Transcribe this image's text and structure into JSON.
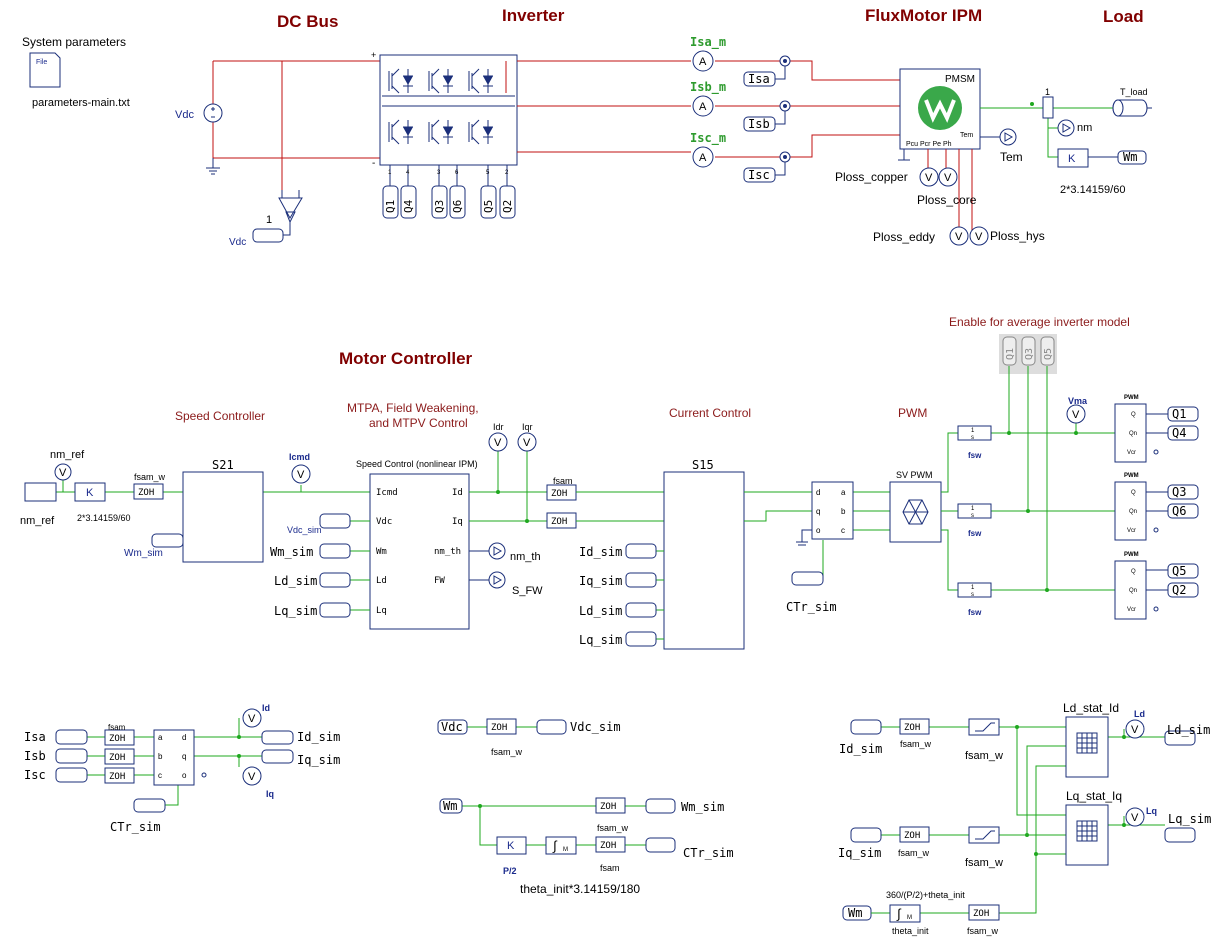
{
  "headers": {
    "dc_bus": "DC Bus",
    "inverter": "Inverter",
    "motor": "FluxMotor IPM",
    "load": "Load",
    "motor_controller": "Motor Controller"
  },
  "subheaders": {
    "speed_controller": "Speed Controller",
    "mtpa_line1": "MTPA, Field Weakening,",
    "mtpa_line2": "and MTPV Control",
    "current_control": "Current Control",
    "pwm": "PWM",
    "enable_avg": "Enable for average inverter model"
  },
  "system": {
    "label": "System parameters",
    "file_icon_text": "File",
    "file_name": "parameters-main.txt"
  },
  "power": {
    "vdc_label": "Vdc",
    "vdc_probe": "Vdc",
    "vdc_gain": "1",
    "plus": "+",
    "minus": "-",
    "gate_labels": [
      "Q1",
      "Q4",
      "Q3",
      "Q6",
      "Q5",
      "Q2"
    ],
    "gate_pins": [
      "1",
      "4",
      "3",
      "6",
      "5",
      "2"
    ],
    "meters": [
      "Isa_m",
      "Isb_m",
      "Isc_m"
    ],
    "meter_glyph": "A",
    "current_labels": [
      "Isa",
      "Isb",
      "Isc"
    ],
    "pmsm": "PMSM",
    "tem_pin": "Tem",
    "pin_labels": "Pcu Pcr Pe Ph",
    "tem_probe": "Tem",
    "loss_copper": "Ploss_copper",
    "loss_core": "Ploss_core",
    "loss_eddy": "Ploss_eddy",
    "loss_hys": "Ploss_hys",
    "volt_glyph": "V",
    "load_ratio": "1",
    "t_load": "T_load",
    "nm": "nm",
    "k": "K",
    "wm": "Wm",
    "gain_text": "2*3.14159/60"
  },
  "speed": {
    "nm_ref": "nm_ref",
    "nm_ref_bottom": "nm_ref",
    "k": "K",
    "gain": "2*3.14159/60",
    "fsam_w": "fsam_w",
    "zoh": "ZOH",
    "s21": "S21",
    "icmd": "Icmd",
    "wm_sim": "Wm_sim"
  },
  "mtpa": {
    "title": "Speed Control (nonlinear IPM)",
    "inputs": [
      "Icmd",
      "Vdc",
      "Wm",
      "Ld",
      "Lq"
    ],
    "outputs": [
      "Id",
      "Iq",
      "nm_th",
      "FW"
    ],
    "sources": [
      "Vdc_sim",
      "Wm_sim",
      "Ld_sim",
      "Lq_sim"
    ],
    "idr": "Idr",
    "iqr": "Iqr",
    "nm_th": "nm_th",
    "s_fw": "S_FW"
  },
  "current": {
    "fsam": "fsam",
    "s15": "S15",
    "inputs": [
      "Id_sim",
      "Iq_sim",
      "Ld_sim",
      "Lq_sim"
    ]
  },
  "dq": {
    "ports_in": [
      "d",
      "q",
      "o"
    ],
    "ports_out": [
      "a",
      "b",
      "c"
    ],
    "ctr": "CTr_sim"
  },
  "pwm": {
    "sv_pwm": "SV PWM",
    "fsw": "fsw",
    "vma": "Vma",
    "block": "PWM",
    "gates": [
      [
        "Q1",
        "Q4"
      ],
      [
        "Q3",
        "Q6"
      ],
      [
        "Q5",
        "Q2"
      ]
    ],
    "pins": [
      "Q",
      "Qn",
      "Vcr"
    ],
    "enable": [
      "Q1",
      "Q3",
      "Q5"
    ]
  },
  "abc2dq": {
    "inputs": [
      "Isa",
      "Isb",
      "Isc"
    ],
    "fsam": "fsam",
    "ports_in": [
      "a",
      "b",
      "c"
    ],
    "ports_out": [
      "d",
      "q",
      "o"
    ],
    "ctr": "CTr_sim",
    "id": "Id",
    "iq": "Iq",
    "id_sim": "Id_sim",
    "iq_sim": "Iq_sim"
  },
  "misc": {
    "vdc_in": "Vdc",
    "vdc_out": "Vdc_sim",
    "fsam_w": "fsam_w",
    "wm_in": "Wm",
    "wm_out": "Wm_sim",
    "k": "K",
    "p2": "P/2",
    "fsam": "fsam",
    "ctr_out": "CTr_sim",
    "theta": "theta_init*3.14159/180"
  },
  "lut": {
    "id_in": "Id_sim",
    "iq_in": "Iq_sim",
    "fsam_w": "fsam_w",
    "ld_title": "Ld_stat_Id",
    "lq_title": "Lq_stat_Iq",
    "ld_probe": "Ld",
    "lq_probe": "Lq",
    "ld_out": "Ld_sim",
    "lq_out": "Lq_sim",
    "wm_in": "Wm",
    "angle": "360/(P/2)+theta_init",
    "theta_init": "theta_init"
  }
}
